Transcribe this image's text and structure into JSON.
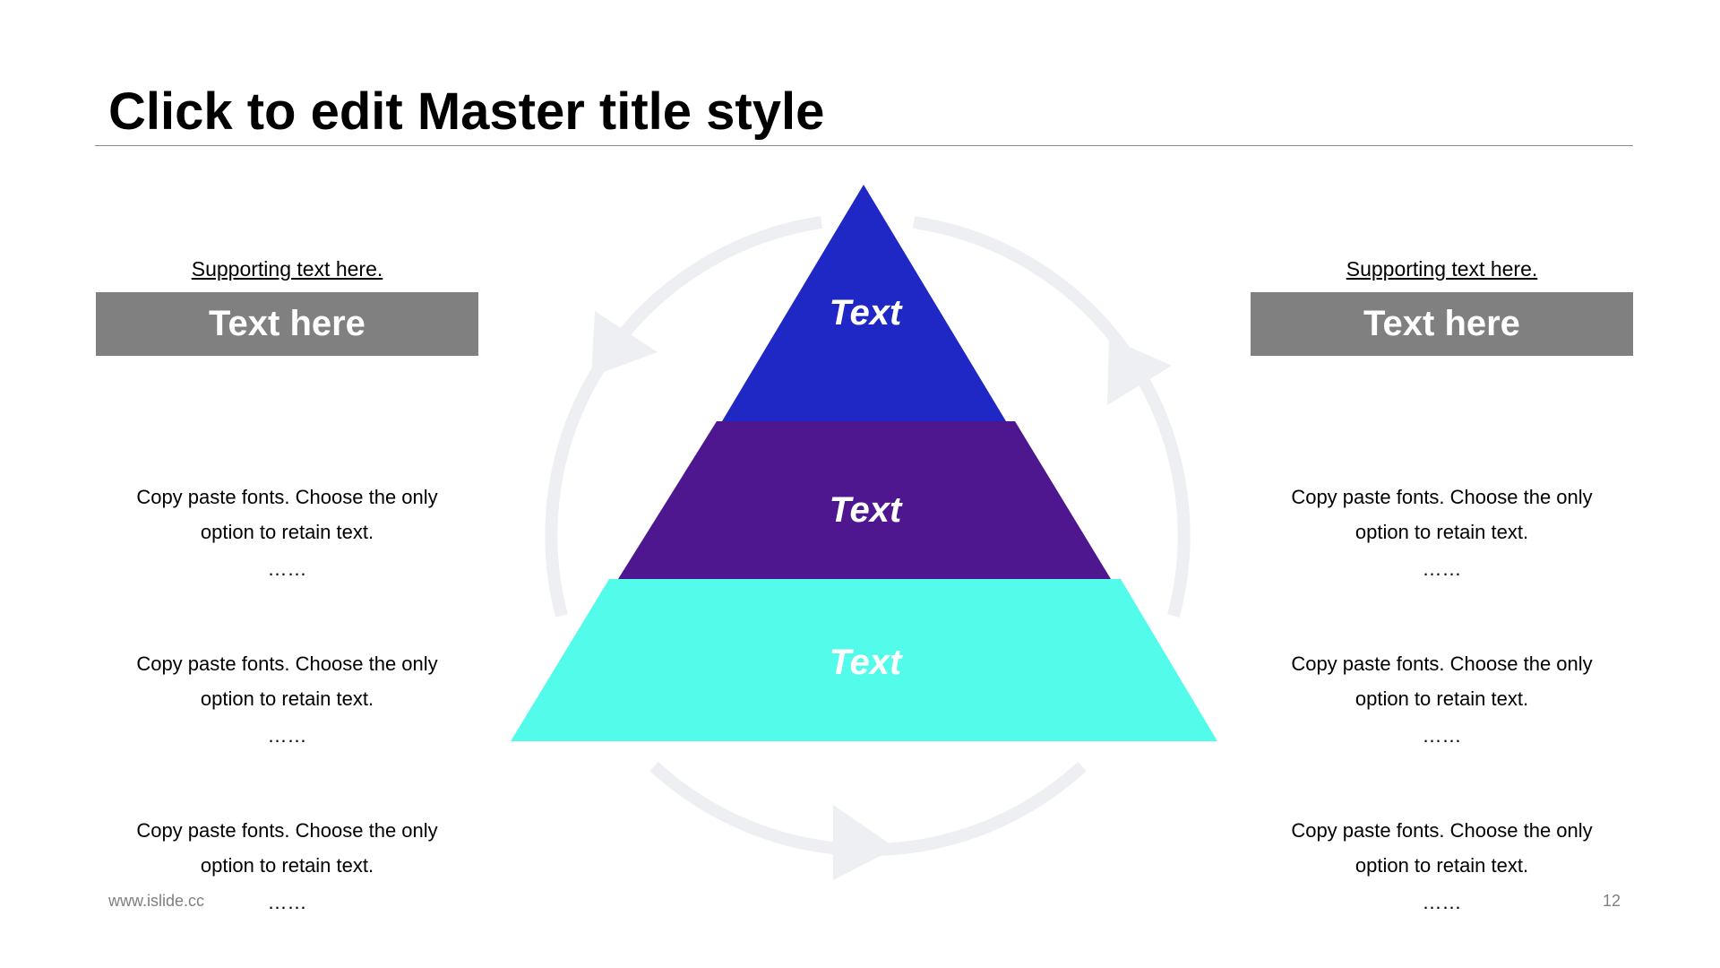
{
  "slide": {
    "title": "Click to edit Master title style",
    "footer_url": "www.islide.cc",
    "page_number": "12"
  },
  "left_column": {
    "supporting_text": "Supporting text here.",
    "header": "Text here",
    "paragraphs": [
      {
        "line1": "Copy paste fonts. Choose the only",
        "line2": "option to retain text.",
        "dots": "……"
      },
      {
        "line1": "Copy paste fonts. Choose the only",
        "line2": "option to retain text.",
        "dots": "……"
      },
      {
        "line1": "Copy paste fonts. Choose the only",
        "line2": "option to retain text.",
        "dots": "……"
      }
    ]
  },
  "right_column": {
    "supporting_text": "Supporting text here.",
    "header": "Text here",
    "paragraphs": [
      {
        "line1": "Copy paste fonts. Choose the only",
        "line2": "option to retain text.",
        "dots": "……"
      },
      {
        "line1": "Copy paste fonts. Choose the only",
        "line2": "option to retain text.",
        "dots": "……"
      },
      {
        "line1": "Copy paste fonts. Choose the only",
        "line2": "option to retain text.",
        "dots": "……"
      }
    ]
  },
  "pyramid": {
    "levels": [
      {
        "label": "Text",
        "color": "#1f28c4"
      },
      {
        "label": "Text",
        "color": "#4e168f"
      },
      {
        "label": "Text",
        "color": "#52fbea"
      }
    ],
    "cycle_color": "#eeeff2"
  }
}
